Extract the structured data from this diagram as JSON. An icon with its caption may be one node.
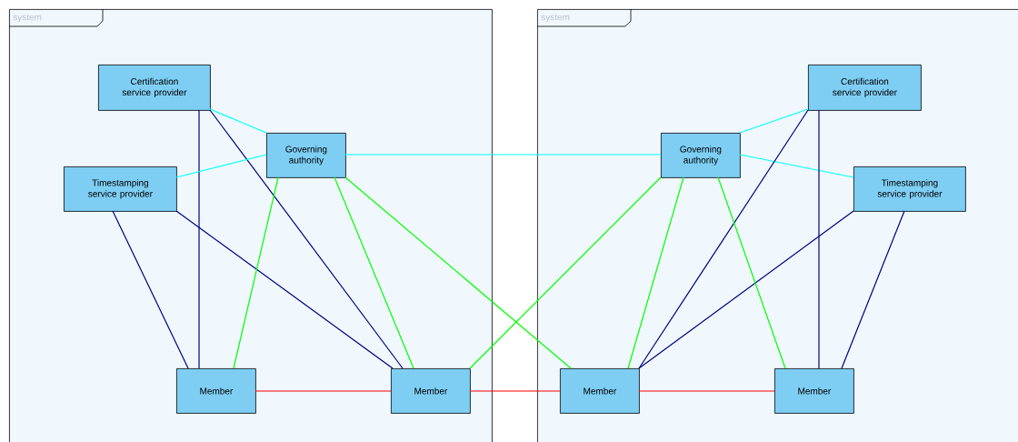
{
  "diagram": {
    "nodes": [
      {
        "text": [
          "system"
        ]
      },
      {
        "text": [
          "Certification service provider"
        ],
        "in": 0
      },
      {
        "text": [
          "Governing authority"
        ],
        "in": 0
      },
      {
        "text": [
          "Timestamping service provider"
        ],
        "in": 0
      },
      {
        "text": [
          "Member"
        ],
        "in": 0
      },
      {
        "text": [
          "Member"
        ],
        "in": 0
      },
      {
        "text": [
          "system"
        ]
      },
      {
        "text": [
          "Certification service provider"
        ],
        "in": 6
      },
      {
        "text": [
          "Governing authority"
        ],
        "in": 6
      },
      {
        "text": [
          "Timestamping service provider"
        ],
        "in": 6
      },
      {
        "text": [
          "Member"
        ],
        "in": 6
      },
      {
        "text": [
          "Member"
        ],
        "in": 6
      }
    ],
    "edges": [
      {
        "from": 1,
        "to": 2,
        "arrow": "none",
        "color": "#00ffff"
      },
      {
        "from": 1,
        "to": 4,
        "arrow": "none"
      },
      {
        "from": 1,
        "to": 5,
        "arrow": "none"
      },
      {
        "from": 3,
        "to": 2,
        "arrow": "none",
        "color": "#00ffff"
      },
      {
        "from": 3,
        "to": 4,
        "arrow": "none"
      },
      {
        "from": 3,
        "to": 5,
        "arrow": "none"
      },
      {
        "from": 2,
        "to": 4,
        "arrow": "none",
        "color": "#00ff00"
      },
      {
        "from": 2,
        "to": 5,
        "arrow": "none",
        "color": "#00ff00"
      },
      {
        "from": 2,
        "to": 10,
        "arrow": "none",
        "color": "#00ff00"
      },
      {
        "from": 2,
        "to": 8,
        "arrow": "none",
        "color": "#00ffff"
      },
      {
        "from": 4,
        "to": 5,
        "arrow": "none",
        "color": "#ff0000"
      },
      {
        "from": 5,
        "to": 10,
        "arrow": "none",
        "color": "#ff0000"
      },
      {
        "from": 8,
        "to": 5,
        "arrow": "none",
        "color": "#00ff00"
      },
      {
        "from": 8,
        "to": 7,
        "arrow": "none",
        "color": "#00ffff"
      },
      {
        "from": 8,
        "to": 9,
        "arrow": "none",
        "color": "#00ffff"
      },
      {
        "from": 7,
        "to": 10,
        "arrow": "none"
      },
      {
        "from": 7,
        "to": 11,
        "arrow": "none"
      },
      {
        "from": 9,
        "to": 10,
        "arrow": "none"
      },
      {
        "from": 9,
        "to": 11,
        "arrow": "none"
      },
      {
        "from": 8,
        "to": 10,
        "arrow": "none",
        "color": "#00ff00"
      },
      {
        "from": 8,
        "to": 11,
        "arrow": "none",
        "color": "#00ff00"
      },
      {
        "from": 10,
        "to": 11,
        "arrow": "none",
        "color": "#ff0000"
      }
    ]
  }
}
